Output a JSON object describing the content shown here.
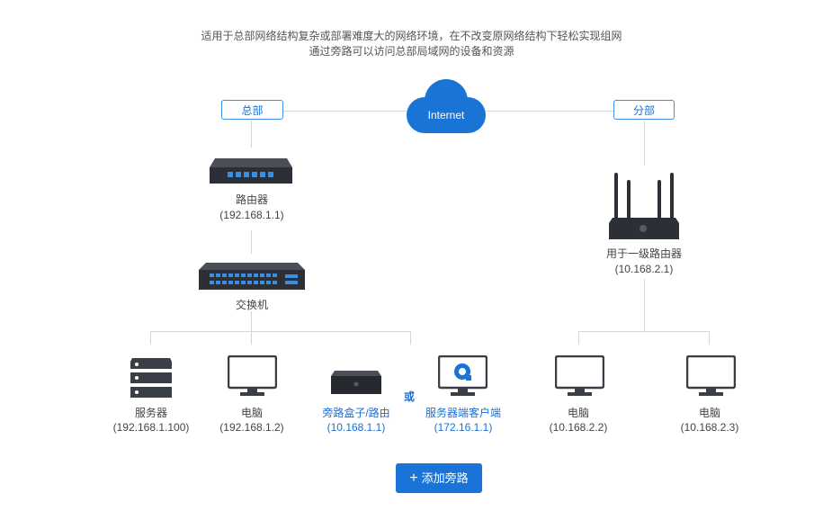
{
  "description": {
    "line1": "适用于总部网络结构复杂或部署难度大的网络环境，在不改变原网络结构下轻松实现组网",
    "line2": "通过旁路可以访问总部局域网的设备和资源"
  },
  "cloud": {
    "label": "Internet"
  },
  "hq": {
    "tag": "总部"
  },
  "branch": {
    "tag": "分部"
  },
  "hq_router": {
    "name": "路由器",
    "ip": "(192.168.1.1)"
  },
  "switch": {
    "name": "交换机"
  },
  "server": {
    "name": "服务器",
    "ip": "(192.168.1.100)"
  },
  "hq_pc": {
    "name": "电脑",
    "ip": "(192.168.1.2)"
  },
  "bypass_box": {
    "name": "旁路盒子/路由",
    "ip": "(10.168.1.1)"
  },
  "or_text": "或",
  "server_client": {
    "name": "服务器端客户端",
    "ip": "(172.16.1.1)"
  },
  "branch_router": {
    "name": "用于一级路由器",
    "ip": "(10.168.2.1)"
  },
  "branch_pc1": {
    "name": "电脑",
    "ip": "(10.168.2.2)"
  },
  "branch_pc2": {
    "name": "电脑",
    "ip": "(10.168.2.3)"
  },
  "add_button": {
    "icon": "plus-icon",
    "label": "添加旁路"
  },
  "colors": {
    "accent": "#1a73d9",
    "cloud": "#1a74d6",
    "line": "#d6d6d6"
  }
}
